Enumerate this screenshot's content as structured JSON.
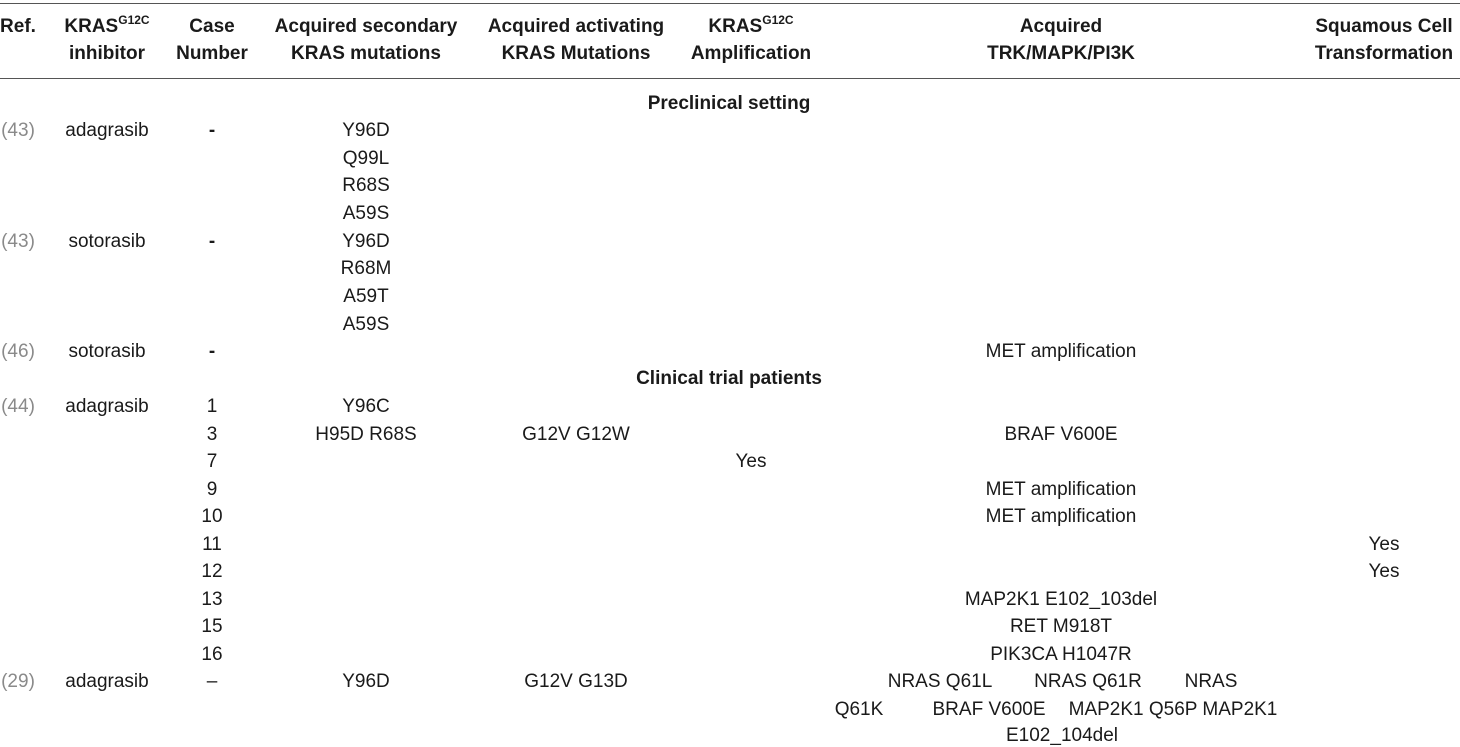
{
  "header": {
    "ref": "Ref.",
    "inhibitor_line1": "KRAS",
    "inhibitor_sup": "G12C",
    "inhibitor_line2": "inhibitor",
    "case_line1": "Case",
    "case_line2": "Number",
    "secondary_line1": "Acquired secondary",
    "secondary_line2": "KRAS mutations",
    "activating_line1": "Acquired activating",
    "activating_line2": "KRAS Mutations",
    "amp_line1": "KRAS",
    "amp_sup": "G12C",
    "amp_line2": "Amplification",
    "trk_line1": "Acquired",
    "trk_line2": "TRK/MAPK/PI3K",
    "squamous_line1": "Squamous Cell",
    "squamous_line2": "Transformation"
  },
  "sections": {
    "preclinical": "Preclinical setting",
    "clinical": "Clinical trial patients"
  },
  "rows": {
    "r1": {
      "ref_open": "(",
      "ref_num": "43",
      "ref_close": ")",
      "inhibitor": "adagrasib",
      "case": "-",
      "secondary": [
        "Y96D",
        "Q99L",
        "R68S",
        "A59S"
      ]
    },
    "r2": {
      "ref_open": "(",
      "ref_num": "43",
      "ref_close": ")",
      "inhibitor": "sotorasib",
      "case": "-",
      "secondary": [
        "Y96D",
        "R68M",
        "A59T",
        "A59S"
      ]
    },
    "r3": {
      "ref_open": "(",
      "ref_num": "46",
      "ref_close": ")",
      "inhibitor": "sotorasib",
      "case": "-",
      "trk": "MET amplification"
    },
    "r4": {
      "ref_open": "(",
      "ref_num": "44",
      "ref_close": ")",
      "inhibitor": "adagrasib",
      "cases": [
        "1",
        "3",
        "7",
        "9",
        "10",
        "11",
        "12",
        "13",
        "15",
        "16"
      ],
      "secondary_1": "Y96C",
      "secondary_3": "H95D R68S",
      "activating_3": "G12V G12W",
      "trk_3": "BRAF V600E",
      "amp_7": "Yes",
      "trk_9": "MET amplification",
      "trk_10": "MET amplification",
      "squamous_11": "Yes",
      "squamous_12": "Yes",
      "trk_13": "MAP2K1 E102_103del",
      "trk_15": "RET M918T",
      "trk_16": "PIK3CA H1047R"
    },
    "r5": {
      "ref_open": "(",
      "ref_num": "29",
      "ref_close": ")",
      "inhibitor": "adagrasib",
      "case": "–",
      "secondary": "Y96D",
      "activating": "G12V G13D",
      "trk_a1": "NRAS Q61L",
      "trk_a2": "NRAS Q61R",
      "trk_a3": "NRAS",
      "trk_b1": "Q61K",
      "trk_b2": "BRAF V600E",
      "trk_b3": "MAP2K1 Q56P MAP2K1",
      "trk_c1": "E102_104del"
    }
  }
}
